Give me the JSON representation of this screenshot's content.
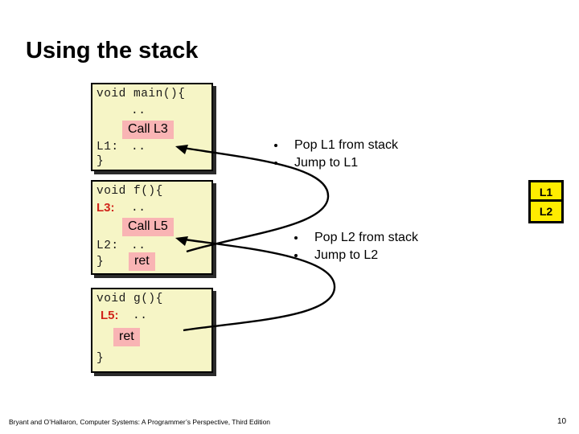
{
  "slide": {
    "title": "Using the stack",
    "page_number": "10",
    "footer": "Bryant and O’Hallaron, Computer Systems: A Programmer’s Perspective, Third Edition"
  },
  "colors": {
    "code_box_bg": "#f6f5c6",
    "highlight_pink": "#f9b4b4",
    "label_red": "#d1241a",
    "stack_yellow": "#ffec00",
    "outline": "#000000",
    "shadow": "#2b2b2b"
  },
  "code_boxes": [
    {
      "name": "main",
      "line_signature": "void main(){",
      "line_dots_1": "..",
      "highlight": "Call L3",
      "line_label": "L1:",
      "line_label_dots": "..",
      "line_close": "}"
    },
    {
      "name": "f",
      "line_signature": "void f(){",
      "line_label_top": "L3:",
      "line_label_top_dots": "..",
      "highlight_call": "Call L5",
      "line_label": "L2:",
      "line_label_dots": "..",
      "line_close": "}",
      "highlight_ret": "ret"
    },
    {
      "name": "g",
      "line_signature": "void g(){",
      "line_label_top": "L5:",
      "line_label_top_dots": "..",
      "highlight_ret": "ret",
      "line_close": "}"
    }
  ],
  "bullet_groups": [
    {
      "name": "return-to-l1",
      "items": [
        "Pop L1 from stack",
        "Jump to L1"
      ]
    },
    {
      "name": "return-to-l2",
      "items": [
        "Pop L2 from stack",
        "Jump to L2"
      ]
    }
  ],
  "stack": {
    "cells": [
      "L1",
      "L2"
    ]
  }
}
